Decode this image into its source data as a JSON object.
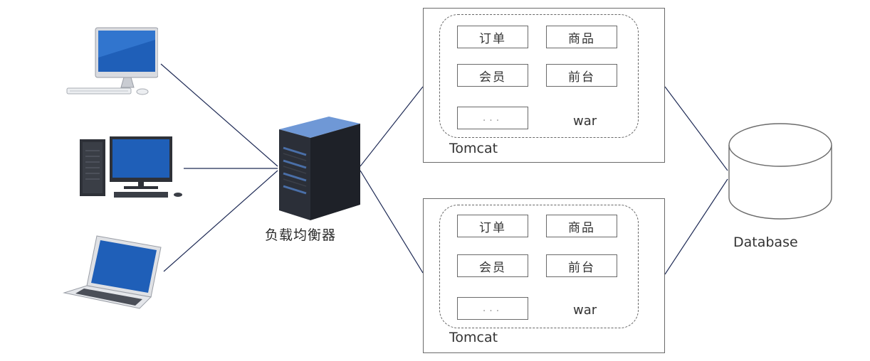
{
  "load_balancer": {
    "label": "负载均衡器"
  },
  "tomcats": [
    {
      "label": "Tomcat",
      "war_label": "war",
      "modules": [
        "订单",
        "商品",
        "会员",
        "前台",
        "..."
      ]
    },
    {
      "label": "Tomcat",
      "war_label": "war",
      "modules": [
        "订单",
        "商品",
        "会员",
        "前台",
        "..."
      ]
    }
  ],
  "database": {
    "label": "Database"
  },
  "colors": {
    "connector": "#1e2a55",
    "server_body": "#2b2f38",
    "server_top": "#6f98d6",
    "screen": "#1f5fb8",
    "border": "#6a6a6a"
  },
  "icons": [
    "desktop-monitor-icon",
    "desktop-tower-pc-icon",
    "laptop-icon",
    "server-icon",
    "database-icon"
  ]
}
